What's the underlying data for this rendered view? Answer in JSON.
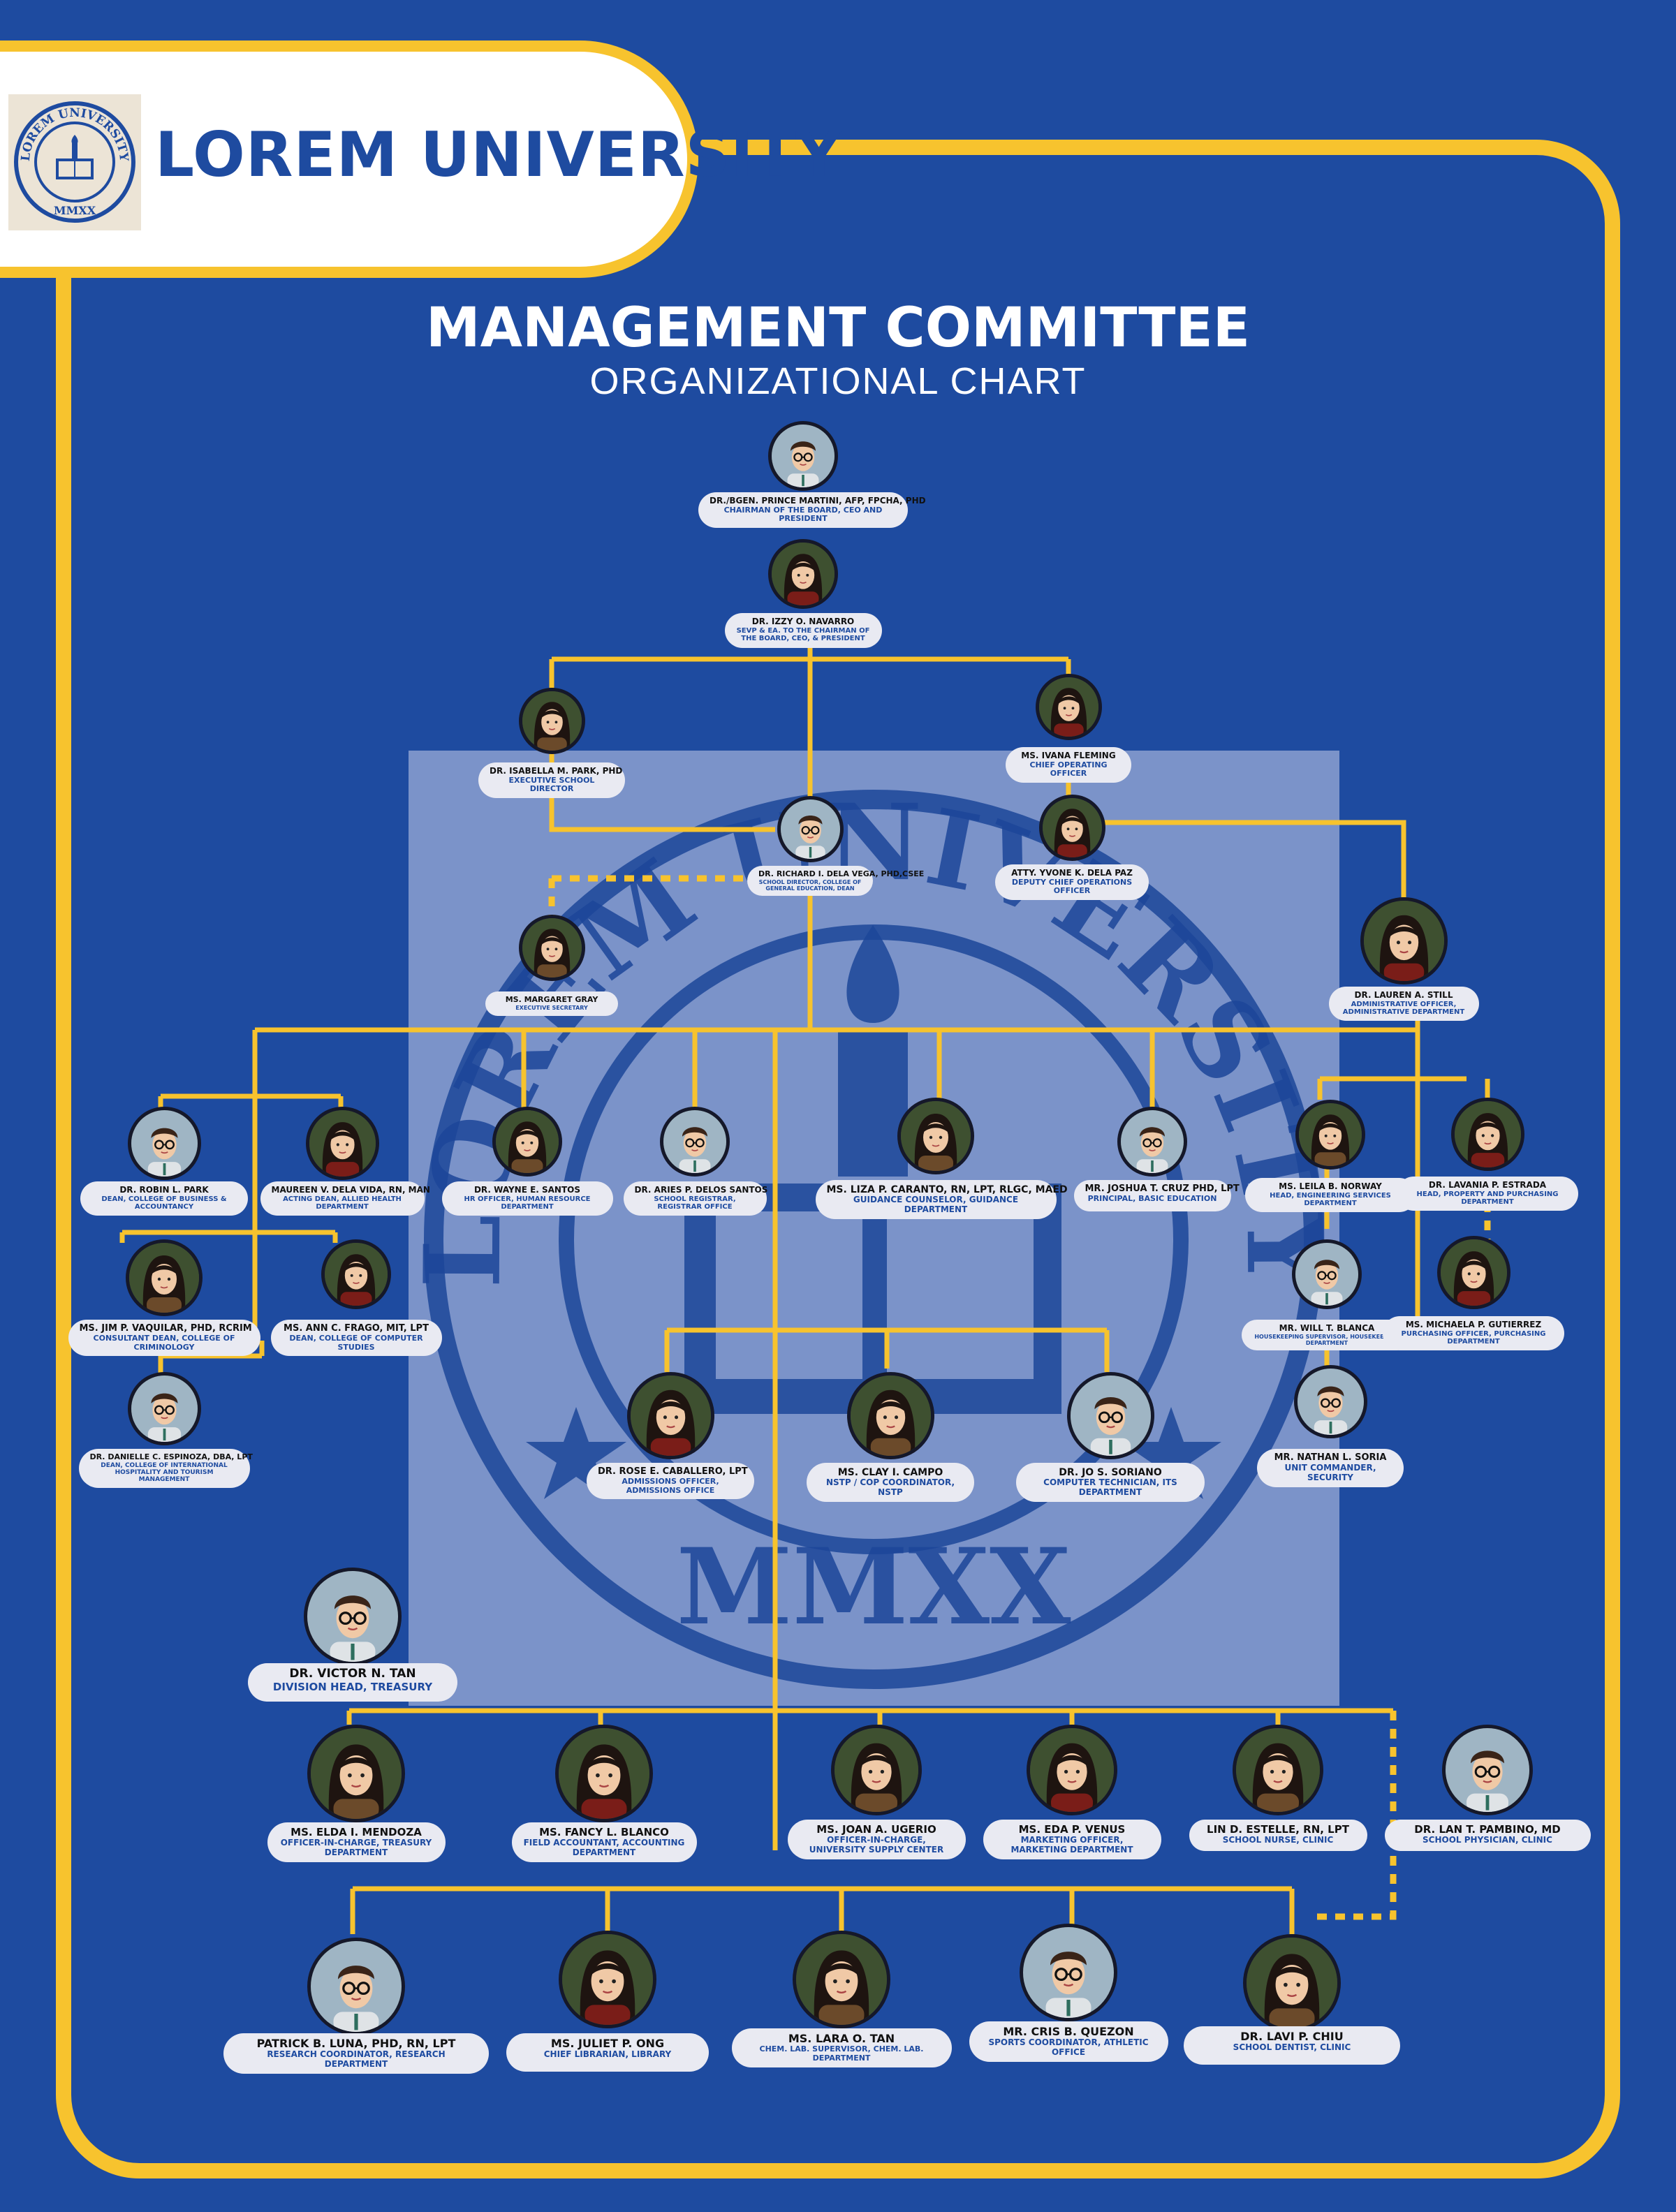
{
  "header": {
    "university_name": "LOREM UNIVERSITY",
    "logo_text_top": "LOREM UNIVERSITY",
    "logo_text_bottom": "MMXX",
    "colors": {
      "primary_blue": "#1e4ba0",
      "accent_yellow": "#f7c32e",
      "panel": "#7b93c9"
    }
  },
  "chart": {
    "title": "MANAGEMENT COMMITTEE",
    "subtitle": "ORGANIZATIONAL CHART"
  },
  "watermark": {
    "arc_text": "LOREM UNIVERSITY",
    "year_text": "MMXX"
  },
  "people": [
    {
      "id": "martini",
      "name": "DR./BGEN. PRINCE MARTINI, AFP, FPCHA, PHD",
      "role": "CHAIRMAN OF THE BOARD, CEO AND PRESIDENT",
      "icon": "person-glasses-avatar-icon"
    },
    {
      "id": "navarro",
      "name": "DR. IZZY O. NAVARRO",
      "role": "SEVP & EA. TO THE CHAIRMAN OF THE BOARD, CEO, & PRESIDENT",
      "icon": "person-avatar-icon"
    },
    {
      "id": "park-isabella",
      "name": "DR. ISABELLA M. PARK, PHD",
      "role": "EXECUTIVE SCHOOL DIRECTOR",
      "icon": "person-avatar-icon"
    },
    {
      "id": "fleming",
      "name": "MS. IVANA FLEMING",
      "role": "CHIEF OPERATING OFFICER",
      "icon": "person-avatar-icon"
    },
    {
      "id": "delavega",
      "name": "DR. RICHARD I. DELA VEGA, PHD,CSEE",
      "role": "SCHOOL DIRECTOR, COLLEGE OF GENERAL EDUCATION, DEAN",
      "icon": "person-glasses-avatar-icon"
    },
    {
      "id": "delapaz",
      "name": "ATTY. YVONE K. DELA PAZ",
      "role": "DEPUTY CHIEF OPERATIONS OFFICER",
      "icon": "person-avatar-icon"
    },
    {
      "id": "gray",
      "name": "MS. MARGARET GRAY",
      "role": "EXECUTIVE SECRETARY",
      "icon": "person-avatar-icon"
    },
    {
      "id": "still",
      "name": "DR. LAUREN A. STILL",
      "role": "ADMINISTRATIVE OFFICER, ADMINISTRATIVE DEPARTMENT",
      "icon": "person-avatar-icon"
    },
    {
      "id": "park-robin",
      "name": "DR. ROBIN L. PARK",
      "role": "DEAN, COLLEGE OF BUSINESS & ACCOUNTANCY",
      "icon": "person-glasses-avatar-icon"
    },
    {
      "id": "delavida",
      "name": "MAUREEN V. DELA VIDA, RN, MAN",
      "role": "ACTING DEAN, ALLIED HEALTH DEPARTMENT",
      "icon": "person-avatar-icon"
    },
    {
      "id": "santos-wayne",
      "name": "DR. WAYNE E. SANTOS",
      "role": "HR OFFICER, HUMAN RESOURCE DEPARTMENT",
      "icon": "person-avatar-icon"
    },
    {
      "id": "delossantos",
      "name": "DR. ARIES P. DELOS SANTOS",
      "role": "SCHOOL REGISTRAR, REGISTRAR OFFICE",
      "icon": "person-glasses-avatar-icon"
    },
    {
      "id": "caranto",
      "name": "MS. LIZA P. CARANTO, RN, LPT, RLGC, MAED",
      "role": "GUIDANCE COUNSELOR, GUIDANCE DEPARTMENT",
      "icon": "person-avatar-icon"
    },
    {
      "id": "cruz",
      "name": "MR. JOSHUA T. CRUZ PHD, LPT",
      "role": "PRINCIPAL, BASIC EDUCATION",
      "icon": "person-glasses-avatar-icon"
    },
    {
      "id": "norway",
      "name": "MS. LEILA B. NORWAY",
      "role": "HEAD, ENGINEERING SERVICES DEPARTMENT",
      "icon": "person-avatar-icon"
    },
    {
      "id": "estrada",
      "name": "DR. LAVANIA P. ESTRADA",
      "role": "HEAD, PROPERTY AND PURCHASING DEPARTMENT",
      "icon": "person-avatar-icon"
    },
    {
      "id": "vaquilar",
      "name": "MS. JIM P. VAQUILAR, PHD, RCRIM",
      "role": "CONSULTANT DEAN, COLLEGE OF CRIMINOLOGY",
      "icon": "person-avatar-icon"
    },
    {
      "id": "frago",
      "name": "MS. ANN C. FRAGO, MIT, LPT",
      "role": "DEAN, COLLEGE OF COMPUTER STUDIES",
      "icon": "person-avatar-icon"
    },
    {
      "id": "blanca-will",
      "name": "MR. WILL T. BLANCA",
      "role": "HOUSEKEEPING SUPERVISOR, HOUSEKEEPING DEPARTMENT",
      "icon": "person-glasses-avatar-icon"
    },
    {
      "id": "gutierrez",
      "name": "MS. MICHAELA P. GUTIERREZ",
      "role": "PURCHASING OFFICER, PURCHASING DEPARTMENT",
      "icon": "person-avatar-icon"
    },
    {
      "id": "espinoza",
      "name": "DR. DANIELLE C. ESPINOZA, DBA, LPT",
      "role": "DEAN, COLLEGE OF INTERNATIONAL HOSPITALITY AND TOURISM MANAGEMENT",
      "icon": "person-glasses-avatar-icon"
    },
    {
      "id": "caballero",
      "name": "DR. ROSE E. CABALLERO, LPT",
      "role": "ADMISSIONS OFFICER, ADMISSIONS OFFICE",
      "icon": "person-avatar-icon"
    },
    {
      "id": "campo",
      "name": "MS. CLAY I. CAMPO",
      "role": "NSTP / COP COORDINATOR, NSTP",
      "icon": "person-avatar-icon"
    },
    {
      "id": "soriano-jo",
      "name": "DR. JO S. SORIANO",
      "role": "COMPUTER TECHNICIAN, ITS DEPARTMENT",
      "icon": "person-glasses-avatar-icon"
    },
    {
      "id": "soria",
      "name": "MR. NATHAN L. SORIA",
      "role": "UNIT COMMANDER, SECURITY",
      "icon": "person-glasses-avatar-icon"
    },
    {
      "id": "tan-victor",
      "name": "DR. VICTOR N. TAN",
      "role": "DIVISION HEAD, TREASURY",
      "icon": "person-glasses-avatar-icon"
    },
    {
      "id": "mendoza",
      "name": "MS. ELDA I. MENDOZA",
      "role": "OFFICER-IN-CHARGE, TREASURY DEPARTMENT",
      "icon": "person-avatar-icon"
    },
    {
      "id": "blanco",
      "name": "MS. FANCY L. BLANCO",
      "role": "FIELD ACCOUNTANT, ACCOUNTING DEPARTMENT",
      "icon": "person-avatar-icon"
    },
    {
      "id": "ugerio",
      "name": "MS. JOAN A. UGERIO",
      "role": "OFFICER-IN-CHARGE, UNIVERSITY SUPPLY CENTER",
      "icon": "person-avatar-icon"
    },
    {
      "id": "venus",
      "name": "MS. EDA P. VENUS",
      "role": "MARKETING OFFICER, MARKETING DEPARTMENT",
      "icon": "person-avatar-icon"
    },
    {
      "id": "estelle",
      "name": "LIN D. ESTELLE, RN, LPT",
      "role": "SCHOOL NURSE, CLINIC",
      "icon": "person-avatar-icon"
    },
    {
      "id": "pambino",
      "name": "DR. LAN T. PAMBINO, MD",
      "role": "SCHOOL PHYSICIAN, CLINIC",
      "icon": "person-glasses-avatar-icon"
    },
    {
      "id": "luna",
      "name": "PATRICK B. LUNA, PHD, RN, LPT",
      "role": "RESEARCH COORDINATOR, RESEARCH DEPARTMENT",
      "icon": "person-glasses-avatar-icon"
    },
    {
      "id": "ong",
      "name": "MS. JULIET P. ONG",
      "role": "CHIEF LIBRARIAN, LIBRARY",
      "icon": "person-avatar-icon"
    },
    {
      "id": "tan-lara",
      "name": "MS. LARA O. TAN",
      "role": "CHEM. LAB. SUPERVISOR, CHEM. LAB. DEPARTMENT",
      "icon": "person-avatar-icon"
    },
    {
      "id": "quezon",
      "name": "MR. CRIS B. QUEZON",
      "role": "SPORTS COORDINATOR, ATHLETIC OFFICE",
      "icon": "person-glasses-avatar-icon"
    },
    {
      "id": "chiu",
      "name": "DR. LAVI P. CHIU",
      "role": "SCHOOL DENTIST, CLINIC",
      "icon": "person-avatar-icon"
    }
  ]
}
